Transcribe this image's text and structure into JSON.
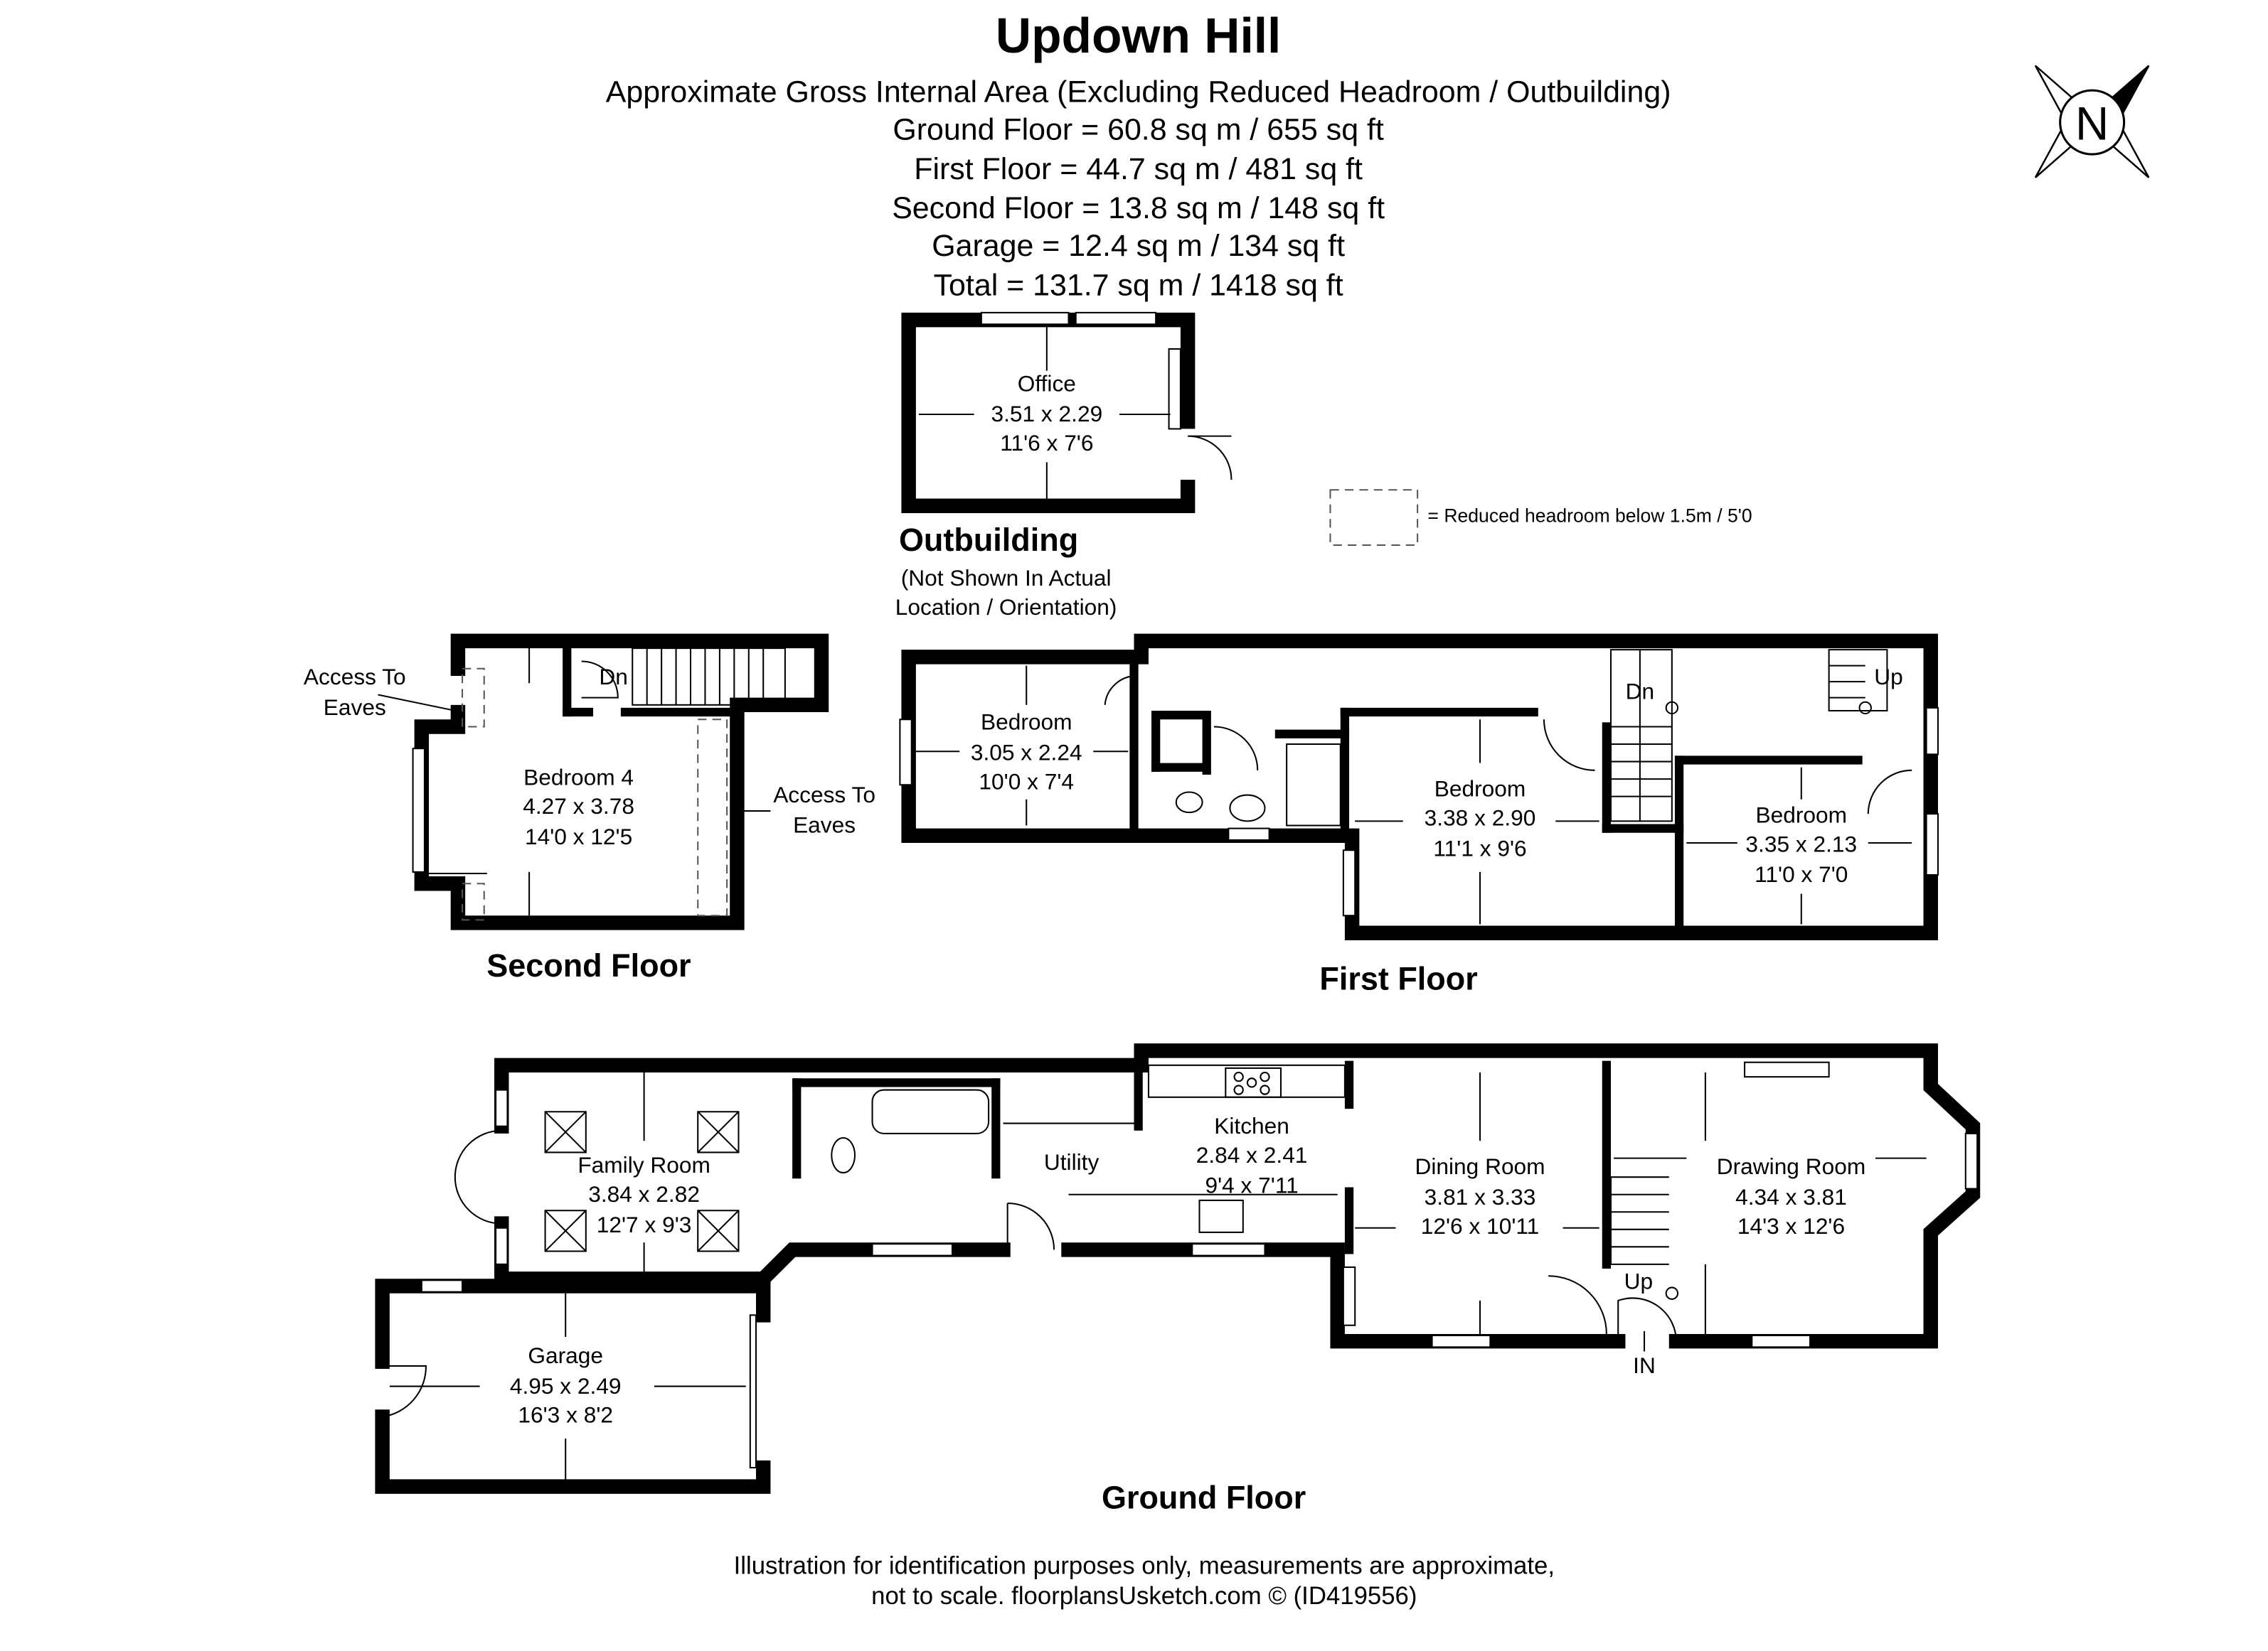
{
  "header": {
    "title": "Updown Hill",
    "subtitle": "Approximate Gross Internal Area (Excluding Reduced Headroom / Outbuilding)",
    "areas": [
      "Ground Floor = 60.8 sq m / 655 sq ft",
      "First Floor = 44.7 sq m / 481 sq ft",
      "Second Floor = 13.8 sq m / 148 sq ft",
      "Garage = 12.4 sq m / 134 sq ft",
      "Total = 131.7 sq m / 1418 sq ft"
    ]
  },
  "compass": {
    "label": "N",
    "icon": "north-compass-icon"
  },
  "legend": {
    "text": "= Reduced headroom below 1.5m / 5'0"
  },
  "outbuilding": {
    "title": "Outbuilding",
    "note": [
      "(Not Shown In Actual",
      "Location / Orientation)"
    ],
    "rooms": [
      {
        "name": "Office",
        "metric": "3.51 x 2.29",
        "imperial": "11'6 x 7'6"
      }
    ]
  },
  "second_floor": {
    "title": "Second Floor",
    "rooms": [
      {
        "name": "Bedroom 4",
        "metric": "4.27 x 3.78",
        "imperial": "14'0 x 12'5"
      }
    ],
    "labels": {
      "dn": "Dn",
      "eaves_left": [
        "Access To",
        "Eaves"
      ],
      "eaves_right": [
        "Access To",
        "Eaves"
      ]
    }
  },
  "first_floor": {
    "title": "First Floor",
    "rooms": [
      {
        "name": "Bedroom",
        "metric": "3.05 x 2.24",
        "imperial": "10'0 x 7'4"
      },
      {
        "name": "Bedroom",
        "metric": "3.38 x 2.90",
        "imperial": "11'1 x 9'6"
      },
      {
        "name": "Bedroom",
        "metric": "3.35 x 2.13",
        "imperial": "11'0 x 7'0"
      }
    ],
    "labels": {
      "dn": "Dn",
      "up": "Up"
    }
  },
  "ground_floor": {
    "title": "Ground Floor",
    "rooms": [
      {
        "name": "Family Room",
        "metric": "3.84 x 2.82",
        "imperial": "12'7 x 9'3"
      },
      {
        "name": "Garage",
        "metric": "4.95 x 2.49",
        "imperial": "16'3 x 8'2"
      },
      {
        "name": "Kitchen",
        "metric": "2.84 x 2.41",
        "imperial": "9'4 x 7'11"
      },
      {
        "name": "Utility"
      },
      {
        "name": "Dining Room",
        "metric": "3.81 x 3.33",
        "imperial": "12'6 x 10'11"
      },
      {
        "name": "Drawing Room",
        "metric": "4.34 x 3.81",
        "imperial": "14'3 x 12'6"
      }
    ],
    "labels": {
      "up": "Up",
      "in": "IN"
    }
  },
  "footer": [
    "Illustration for identification purposes only, measurements are approximate,",
    "not to scale. floorplansUsketch.com © (ID419556)"
  ]
}
